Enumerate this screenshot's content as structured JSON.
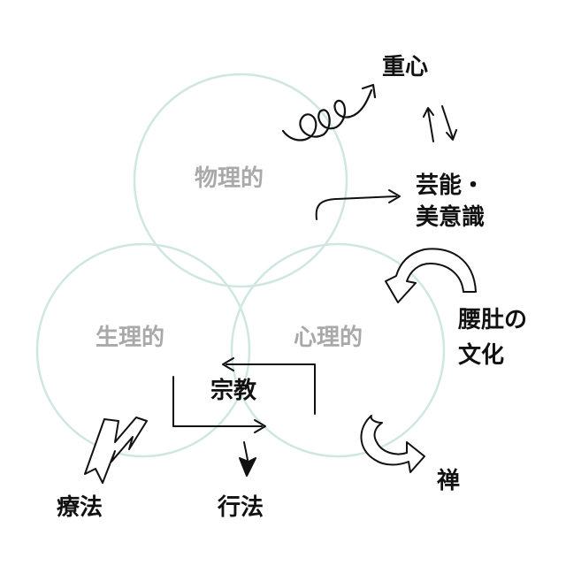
{
  "colors": {
    "circle_stroke": "#cfe6e3",
    "circle_label": "#a9a9a9",
    "ink": "#111111",
    "background": "#ffffff"
  },
  "circles": {
    "physical": "物理的",
    "physiological": "生理的",
    "psychological": "心理的"
  },
  "nodes": {
    "center": "宗教",
    "jushin": "重心",
    "geino_line1": "芸能・",
    "geino_line2": "美意識",
    "koshihara_line1": "腰肚の",
    "koshihara_line2": "文化",
    "zen": "禅",
    "ryoho": "療法",
    "gyoho": "行法"
  },
  "icons": [
    "spiral-arrow-icon",
    "up-down-arrows-icon",
    "curved-arrow-icon",
    "bolt-arrow-icon",
    "down-arrow-icon"
  ]
}
